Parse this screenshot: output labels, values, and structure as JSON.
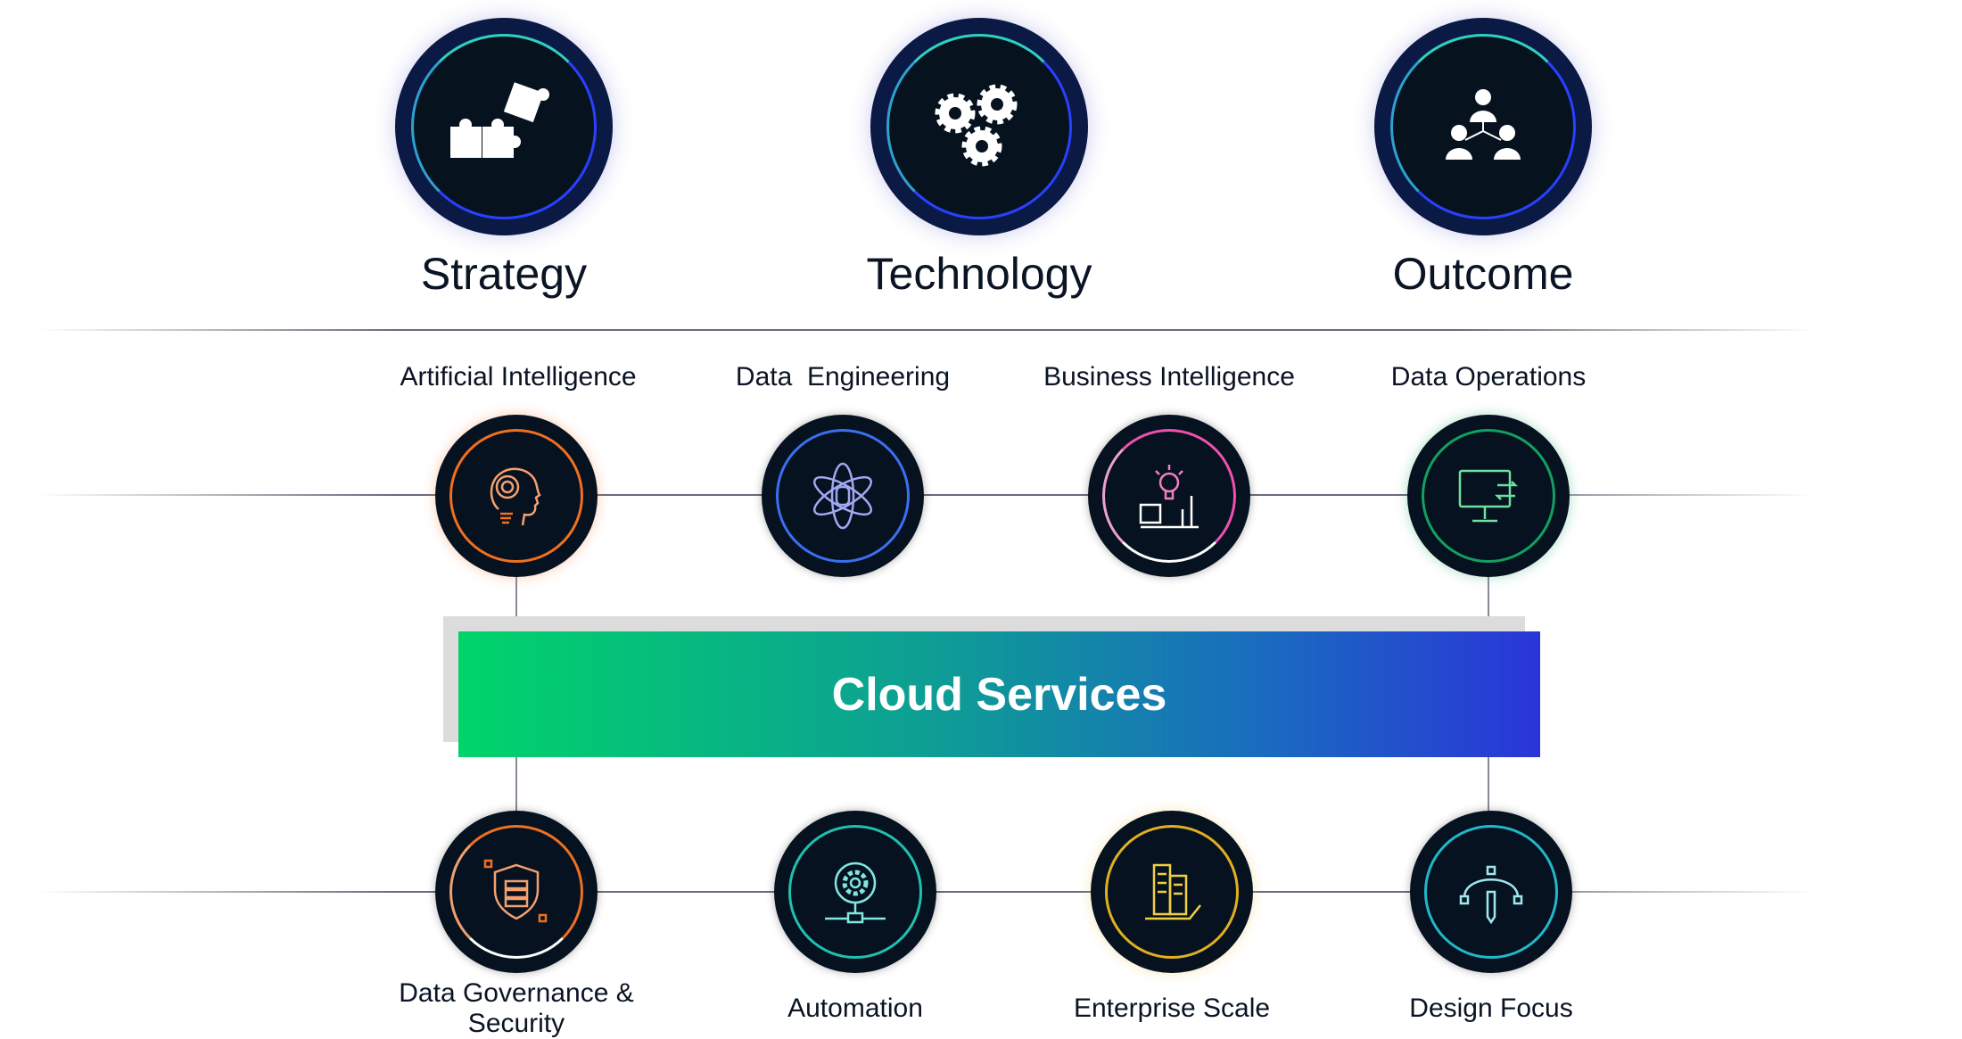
{
  "pillars": [
    {
      "label": "Strategy",
      "icon": "puzzle-icon"
    },
    {
      "label": "Technology",
      "icon": "gears-icon"
    },
    {
      "label": "Outcome",
      "icon": "team-hierarchy-icon"
    }
  ],
  "top_services": [
    {
      "label": "Artificial Intelligence",
      "icon": "ai-head-icon",
      "color": "#f07020"
    },
    {
      "label": "Data  Engineering",
      "icon": "atom-database-icon",
      "color": "#3a70f0"
    },
    {
      "label": "Business Intelligence",
      "icon": "lightbulb-chart-icon",
      "color": "#f050b0"
    },
    {
      "label": "Data Operations",
      "icon": "monitor-sync-icon",
      "color": "#12a060"
    }
  ],
  "banner": {
    "label": "Cloud Services",
    "gradient_start": "#00d46a",
    "gradient_end": "#2a35d8"
  },
  "bottom_services": [
    {
      "label_line1": "Data Governance &",
      "label_line2": "Security",
      "icon": "shield-server-icon",
      "color": "#f07020"
    },
    {
      "label": "Automation",
      "icon": "gear-network-icon",
      "color": "#20c0b0"
    },
    {
      "label": "Enterprise Scale",
      "icon": "buildings-icon",
      "color": "#e0b020"
    },
    {
      "label": "Design Focus",
      "icon": "vector-pen-icon",
      "color": "#20b8c8"
    }
  ]
}
